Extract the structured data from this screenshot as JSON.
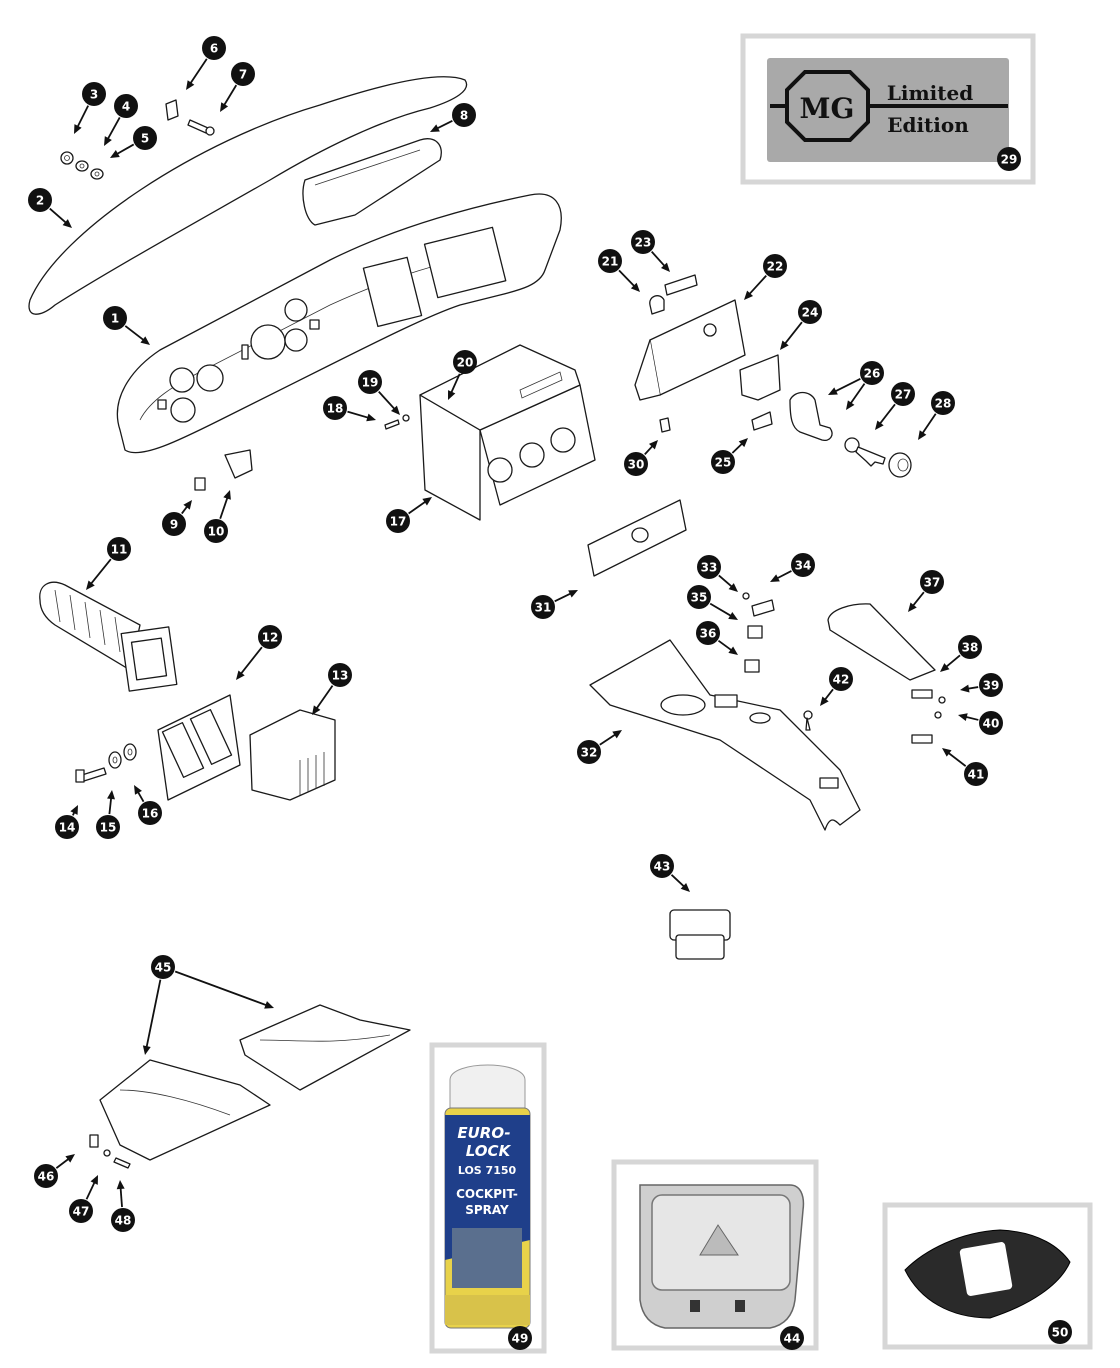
{
  "callouts": [
    "1",
    "2",
    "3",
    "4",
    "5",
    "6",
    "7",
    "8",
    "9",
    "10",
    "11",
    "12",
    "13",
    "14",
    "15",
    "16",
    "17",
    "18",
    "19",
    "20",
    "21",
    "22",
    "23",
    "24",
    "25",
    "26",
    "27",
    "28",
    "29",
    "30",
    "31",
    "32",
    "33",
    "34",
    "35",
    "36",
    "37",
    "38",
    "39",
    "40",
    "41",
    "42",
    "43",
    "44",
    "45",
    "46",
    "47",
    "48",
    "49",
    "50"
  ],
  "badge_29": {
    "logo": "MG",
    "line1": "Limited",
    "line2": "Edition"
  },
  "spray_49": {
    "brand_line1": "EURO-",
    "brand_line2": "LOCK",
    "code": "LOS 7150",
    "product_line1": "COCKPIT-",
    "product_line2": "SPRAY"
  },
  "colors": {
    "callout_fill": "#111111",
    "callout_text": "#ffffff",
    "line_art": "#1a1a1a",
    "photo_frame": "#d6d6d6",
    "can_yellow": "#e8d24a",
    "badge_silver": "#a9a9a9"
  }
}
